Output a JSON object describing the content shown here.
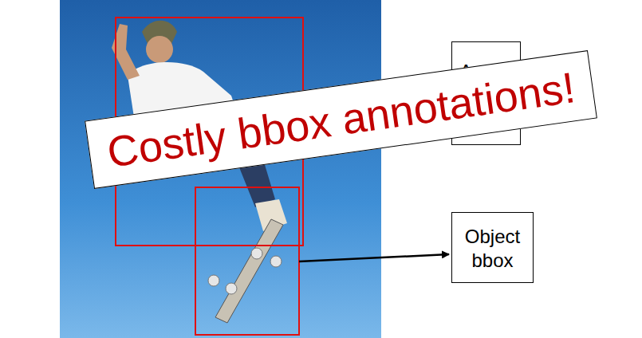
{
  "diagram": {
    "nodes": [
      {
        "text": [
          "Action"
        ]
      },
      {
        "text": [
          "Costly bbox annotations!"
        ]
      },
      {
        "text": [
          "Object bbox"
        ]
      }
    ]
  }
}
